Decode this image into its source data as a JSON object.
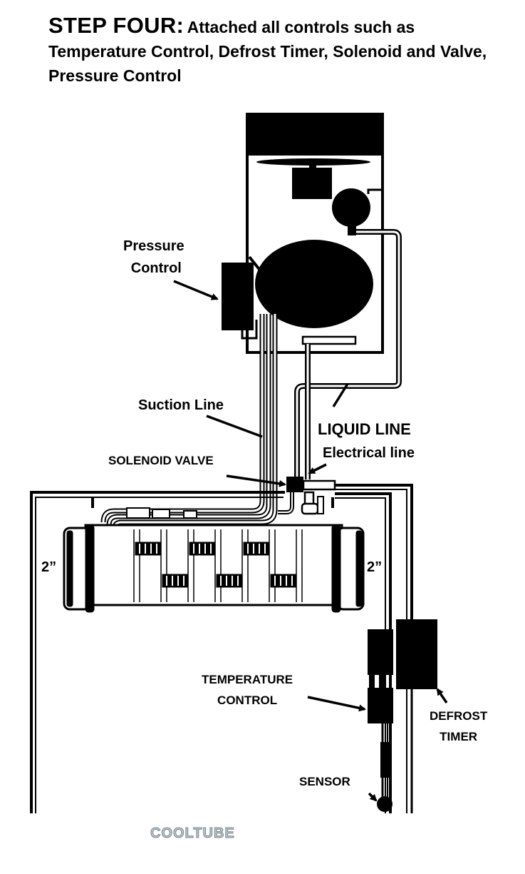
{
  "header": {
    "step": "STEP FOUR:",
    "text": "Attached all controls such as Temperature Control, Defrost Timer, Solenoid and Valve, Pressure Control"
  },
  "labels": {
    "pressure_control_1": "Pressure",
    "pressure_control_2": "Control",
    "suction_line": "Suction Line",
    "liquid_line": "LIQUID LINE",
    "electrical_line": "Electrical line",
    "solenoid_valve": "SOLENOID VALVE",
    "dim_left": "2”",
    "dim_right": "2”",
    "temperature_control_1": "TEMPERATURE",
    "temperature_control_2": "CONTROL",
    "defrost_timer_1": "DEFROST",
    "defrost_timer_2": "TIMER",
    "sensor": "SENSOR"
  },
  "logo": "COOLTUBE"
}
